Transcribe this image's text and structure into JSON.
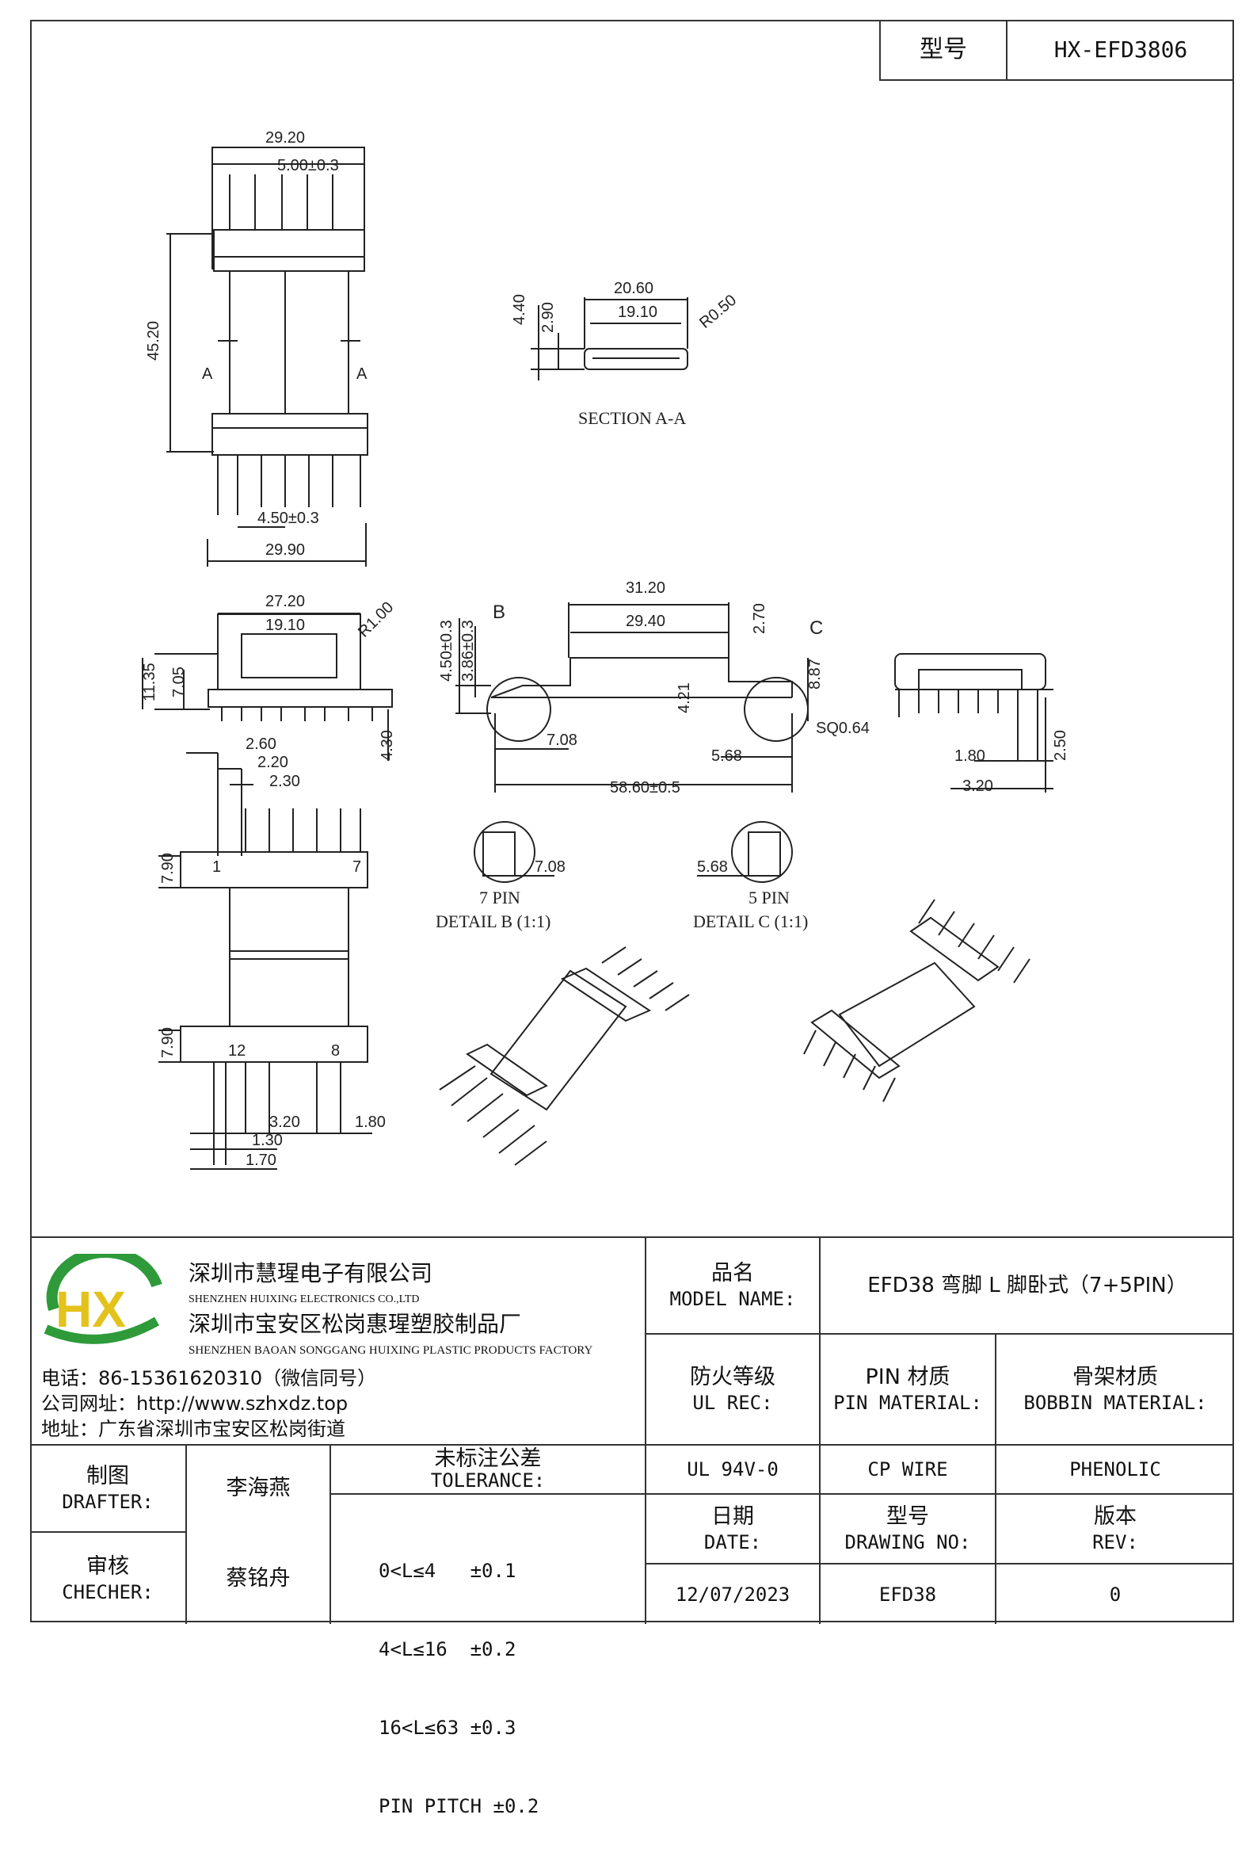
{
  "header": {
    "model_label": "型号",
    "model_value": "HX-EFD3806"
  },
  "drawing": {
    "top_view": {
      "width_top": "29.20",
      "pin_pitch_top": "5.00±0.3",
      "height_total": "45.20",
      "section_mark_left": "A",
      "section_mark_right": "A",
      "pin_pitch_bottom": "4.50±0.3",
      "width_bottom": "29.90"
    },
    "section": {
      "outer_width": "20.60",
      "inner_width": "19.10",
      "radius": "R0.50",
      "outer_height": "4.40",
      "inner_height": "2.90",
      "caption": "SECTION A-A"
    },
    "front_view": {
      "width": "27.20",
      "inner": "19.10",
      "radius": "R1.00",
      "height_total": "11.35",
      "height_body": "7.05",
      "pin_length": "4.30"
    },
    "side_view": {
      "length_outer": "31.20",
      "length_inner": "29.40",
      "tab": "2.70",
      "height_left": "4.50±0.3",
      "height_left2": "3.86±0.3",
      "detail_b_label": "B",
      "detail_c_label": "C",
      "height_mid": "4.21",
      "height_right": "8.87",
      "pin_square": "SQ0.64",
      "offset_left": "7.08",
      "offset_right": "5.68",
      "total_length": "58.60±0.5"
    },
    "end_view": {
      "offset": "1.80",
      "spacing": "3.20",
      "height": "2.50"
    },
    "bottom_view": {
      "dim_a": "2.60",
      "dim_b": "2.20",
      "dim_c": "2.30",
      "flange_top": "7.90",
      "flange_bottom": "7.90",
      "pin1": "1",
      "pin7": "7",
      "pin12": "12",
      "pin8": "8",
      "dim_d": "3.20",
      "dim_e": "1.30",
      "dim_f": "1.70",
      "dim_g": "1.80"
    },
    "detail_b": {
      "dim": "7.08",
      "pins": "7 PIN",
      "caption": "DETAIL B (1:1)"
    },
    "detail_c": {
      "dim": "5.68",
      "pins": "5 PIN",
      "caption": "DETAIL C (1:1)"
    }
  },
  "company": {
    "name_zh": "深圳市慧瑆电子有限公司",
    "name_en": "SHENZHEN HUIXING ELECTRONICS CO.,LTD",
    "factory_zh": "深圳市宝安区松岗惠瑆塑胶制品厂",
    "factory_en": "SHENZHEN BAOAN SONGGANG HUIXING PLASTIC PRODUCTS FACTORY",
    "phone": "电话：86-15361620310（微信同号）",
    "website": "公司网址：http://www.szhxdz.top",
    "address": "地址：广东省深圳市宝安区松岗街道",
    "logo_text": "HX",
    "logo_green": "#2e9a3a",
    "logo_yellow": "#e3c21b"
  },
  "title_block": {
    "model_name_zh": "品名",
    "model_name_en": "MODEL NAME:",
    "model_name_value": "EFD38 弯脚 L 脚卧式（7+5PIN）",
    "ul_rec_zh": "防火等级",
    "ul_rec_en": "UL REC:",
    "pin_mat_zh": "PIN 材质",
    "pin_mat_en": "PIN MATERIAL:",
    "bobbin_mat_zh": "骨架材质",
    "bobbin_mat_en": "BOBBIN MATERIAL:",
    "ul_value": "UL 94V-0",
    "pin_value": "CP WIRE",
    "bobbin_value": "PHENOLIC",
    "drafter_zh": "制图",
    "drafter_en": "DRAFTER:",
    "drafter_name": "李海燕",
    "checker_zh": "审核",
    "checker_en": "CHECHER:",
    "checker_name": "蔡铭舟",
    "tolerance_zh": "未标注公差",
    "tolerance_en": "TOLERANCE:",
    "tolerances": [
      "0<L≤4   ±0.1",
      "4<L≤16  ±0.2",
      "16<L≤63 ±0.3",
      "PIN PITCH ±0.2"
    ],
    "date_zh": "日期",
    "date_en": "DATE:",
    "date_value": "12/07/2023",
    "drawing_no_zh": "型号",
    "drawing_no_en": "DRAWING NO:",
    "drawing_no_value": "EFD38",
    "rev_zh": "版本",
    "rev_en": "REV:",
    "rev_value": "0"
  }
}
